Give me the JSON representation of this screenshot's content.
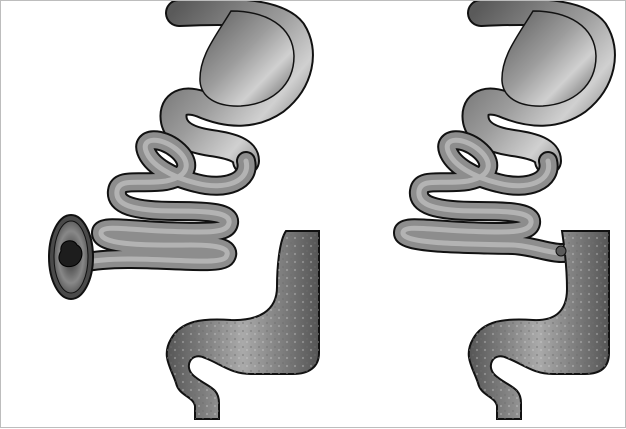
{
  "figure": {
    "panels": [
      {
        "id": "before",
        "elements": [
          "stomach",
          "small-intestine",
          "stoma",
          "colon",
          "rectum"
        ]
      },
      {
        "id": "after",
        "elements": [
          "stomach",
          "small-intestine",
          "anastomosis",
          "colon",
          "rectum"
        ]
      }
    ],
    "colors": {
      "organ_fill_dark": "#4a4a4a",
      "organ_fill_mid": "#8a8a8a",
      "organ_fill_light": "#c8c8c8",
      "outline": "#111111",
      "frame": "#bdbdbd"
    }
  }
}
